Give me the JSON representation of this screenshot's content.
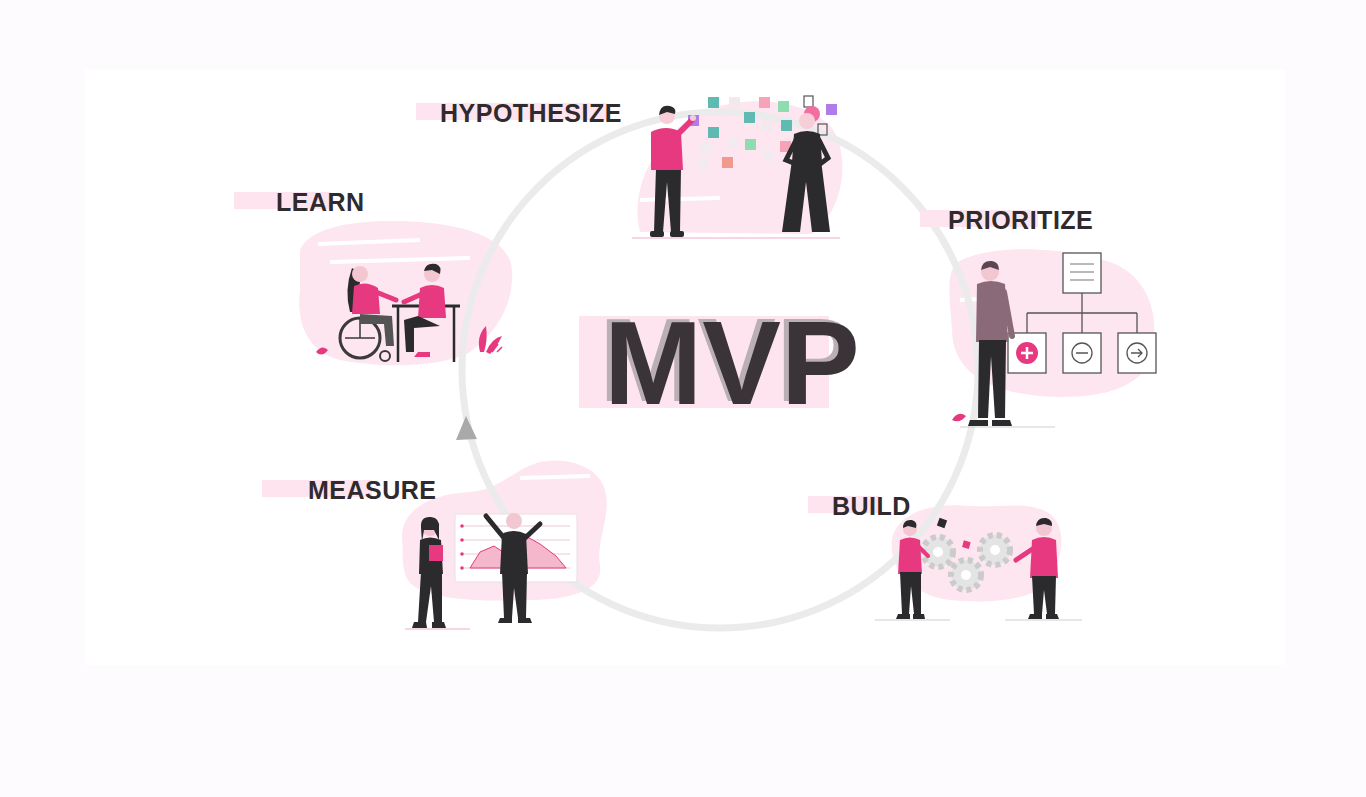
{
  "diagram": {
    "nodes": [
      {
        "text": [
          "HYPOTHESIZE"
        ]
      },
      {
        "text": [
          "LEARN"
        ]
      },
      {
        "text": [
          "PRIORITIZE"
        ]
      },
      {
        "text": [
          "MVP"
        ]
      },
      {
        "text": [
          "MEASURE"
        ]
      },
      {
        "text": [
          "BUILD"
        ]
      }
    ]
  }
}
